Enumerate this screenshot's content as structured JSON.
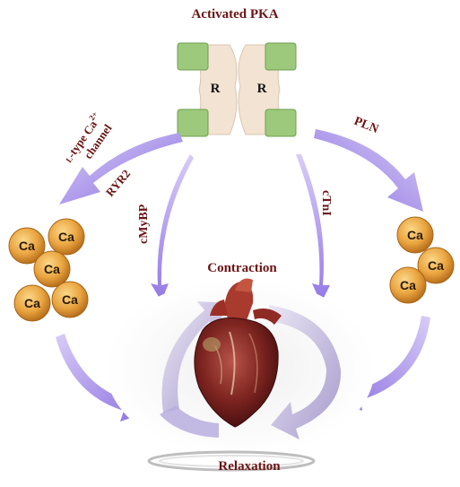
{
  "title": "Activated PKA",
  "pka": {
    "subunit_left": "R",
    "subunit_right": "R"
  },
  "labels": {
    "ltype_prefix": "L",
    "ltype_main": "-type Ca",
    "ltype_sup": "2+",
    "channel": "channel",
    "ryr2": "RYR2",
    "cmybp": "cMyBP",
    "ctni": "cTnI",
    "pln": "PLN",
    "contraction": "Contraction",
    "relaxation": "Relaxation"
  },
  "ca_left": [
    "Ca",
    "Ca",
    "Ca",
    "Ca",
    "Ca"
  ],
  "ca_right": [
    "Ca",
    "Ca",
    "Ca"
  ],
  "colors": {
    "label_red": "#6b1414",
    "arrow_purple": "#9b86e6",
    "ca_orange": "#e8a23a",
    "pka_green": "#9cc97b",
    "pka_beige": "#f2e3d2"
  }
}
